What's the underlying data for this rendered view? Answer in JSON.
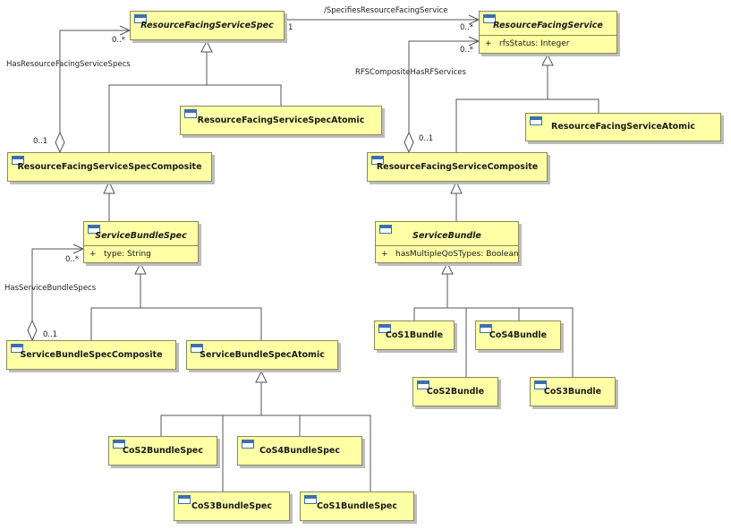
{
  "classes": {
    "rfss": {
      "name": "ResourceFacingServiceSpec",
      "abstract": true
    },
    "rfs": {
      "name": "ResourceFacingService",
      "abstract": true,
      "attributes": [
        {
          "vis": "+",
          "text": "rfsStatus: Integer"
        }
      ]
    },
    "rfss_atomic": {
      "name": "ResourceFacingServiceSpecAtomic",
      "abstract": false
    },
    "rfs_atomic": {
      "name": "ResourceFacingServiceAtomic",
      "abstract": false
    },
    "rfss_composite": {
      "name": "ResourceFacingServiceSpecComposite",
      "abstract": false
    },
    "rfs_composite": {
      "name": "ResourceFacingServiceComposite",
      "abstract": false
    },
    "sbs": {
      "name": "ServiceBundleSpec",
      "abstract": true,
      "attributes": [
        {
          "vis": "+",
          "text": "type: String"
        }
      ]
    },
    "sb": {
      "name": "ServiceBundle",
      "abstract": true,
      "attributes": [
        {
          "vis": "+",
          "text": "hasMultipleQoSTypes: Boolean"
        }
      ]
    },
    "sbs_composite": {
      "name": "ServiceBundleSpecComposite",
      "abstract": false
    },
    "sbs_atomic": {
      "name": "ServiceBundleSpecAtomic",
      "abstract": false
    },
    "cos1bundle": {
      "name": "CoS1Bundle",
      "abstract": false
    },
    "cos4bundle": {
      "name": "CoS4Bundle",
      "abstract": false
    },
    "cos2bundle": {
      "name": "CoS2Bundle",
      "abstract": false
    },
    "cos3bundle": {
      "name": "CoS3Bundle",
      "abstract": false
    },
    "cos2bundlespec": {
      "name": "CoS2BundleSpec",
      "abstract": false
    },
    "cos4bundlespec": {
      "name": "CoS4BundleSpec",
      "abstract": false
    },
    "cos3bundlespec": {
      "name": "CoS3BundleSpec",
      "abstract": false
    },
    "cos1bundlespec": {
      "name": "CoS1BundleSpec",
      "abstract": false
    }
  },
  "associations": {
    "specifies": {
      "name": "/SpecifiesResourceFacingService",
      "source_mult": "1",
      "target_mult": "0..*"
    },
    "has_rfss": {
      "name": "HasResourceFacingServiceSpecs",
      "whole_mult": "0..1",
      "part_mult": "0..*"
    },
    "rfs_composite_has": {
      "name": "RFSCompositeHasRFServices",
      "whole_mult": "0..1",
      "part_mult": "0..*"
    },
    "has_sbs": {
      "name": "HasServiceBundleSpecs",
      "whole_mult": "0..1",
      "part_mult": "0..*"
    }
  }
}
